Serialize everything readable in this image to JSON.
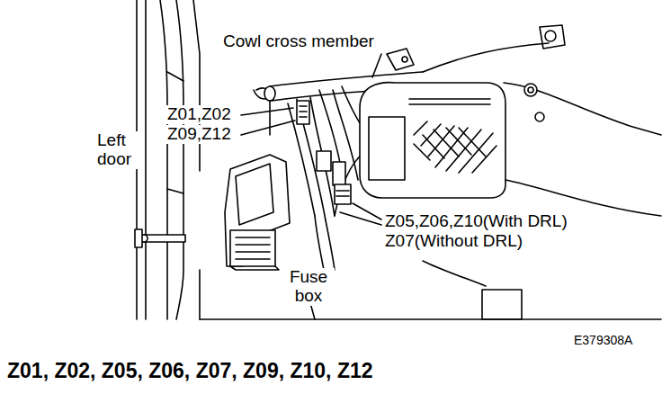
{
  "diagram": {
    "caption": "Z01, Z02, Z05, Z06, Z07, Z09, Z10, Z12",
    "labels": [
      "Cowl cross member",
      "Z01,Z02",
      "Z09,Z12",
      "Left door",
      "Z05,Z06,Z10(With DRL)",
      "Z07(Without DRL)",
      "Fuse box",
      "E379308A"
    ]
  }
}
